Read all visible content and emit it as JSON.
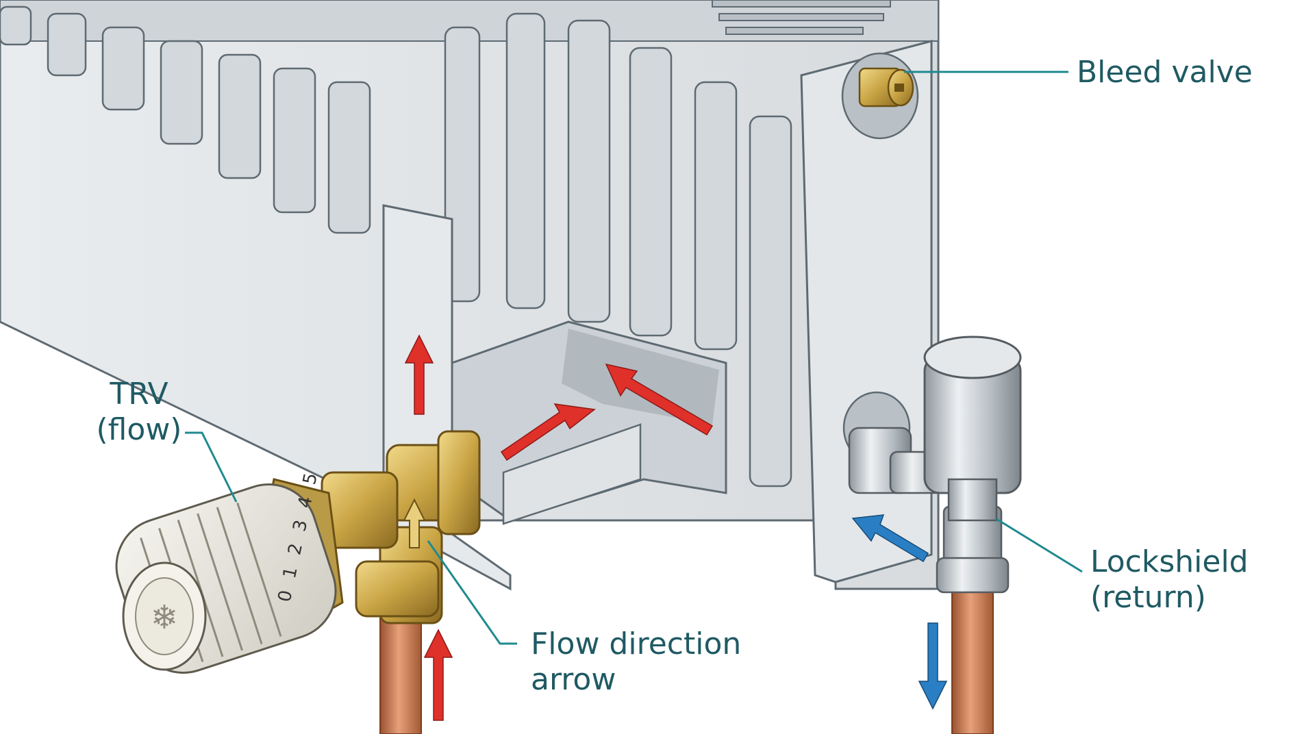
{
  "labels": {
    "bleed_valve": "Bleed valve",
    "trv": [
      "TRV",
      "(flow)"
    ],
    "flow_direction": [
      "Flow direction",
      "arrow"
    ],
    "lockshield": [
      "Lockshield",
      "(return)"
    ]
  },
  "trv_dial": {
    "scale": [
      "0",
      "1",
      "2",
      "3",
      "4",
      "5"
    ],
    "frost_symbol": "❄"
  },
  "colors": {
    "leader_line": "#1f8a8f",
    "label_text": "#1f5a63",
    "flow_arrow": "#e0302a",
    "return_arrow": "#2a7fc4",
    "radiator": "#dfe3e6",
    "brass": "#c9a444",
    "copper": "#c9774a",
    "chrome": "#c7cdd2"
  },
  "icons": [
    "bleed-valve-icon",
    "trv-head-icon",
    "lockshield-valve-icon",
    "snowflake-icon",
    "flow-arrow-icon",
    "return-arrow-icon"
  ]
}
